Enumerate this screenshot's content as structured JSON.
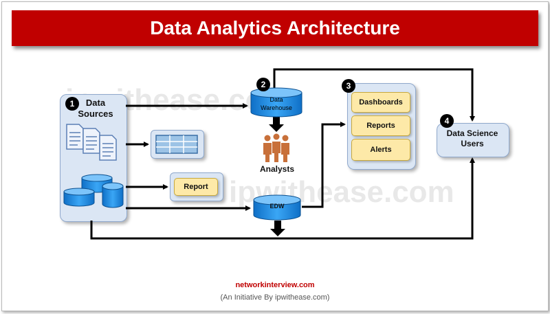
{
  "title": "Data Analytics Architecture",
  "watermarks": [
    "ipwithease.com",
    "ipwithease.com"
  ],
  "steps": {
    "one": {
      "number": "1",
      "label_line1": "Data",
      "label_line2": "Sources"
    },
    "two": {
      "number": "2",
      "label_line1": "Data",
      "label_line2": "Warehouse"
    },
    "three": {
      "number": "3"
    },
    "four": {
      "number": "4",
      "label_line1": "Data Science",
      "label_line2": "Users"
    }
  },
  "analysts_label": "Analysts",
  "report_label": "Report",
  "edw_label": "EDW",
  "outputs": [
    "Dashboards",
    "Reports",
    "Alerts"
  ],
  "footer": {
    "site": "networkinterview.com",
    "note": "(An Initiative By ipwithease.com)"
  },
  "colors": {
    "title_bg": "#c00000",
    "panel_bg": "#dbe6f4",
    "cylinder": "#1e90e8",
    "yellow": "#fde9a8",
    "analyst": "#c8703a"
  }
}
